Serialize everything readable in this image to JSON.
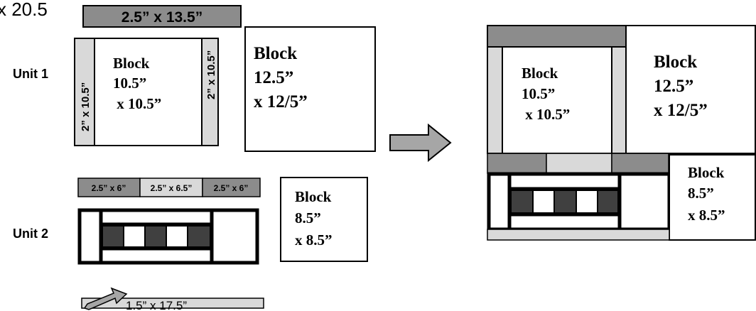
{
  "page": {
    "cutoff_text": "x 20.5"
  },
  "unit1": {
    "label": "Unit 1",
    "top_strip": "2.5” x 13.5”",
    "left_strip": "2” x 10.5”",
    "right_strip": "2” x 10.5”",
    "center_block": [
      "Block",
      "10.5”",
      " x 10.5”"
    ],
    "side_block": [
      "Block",
      "12.5”",
      "x 12/5”"
    ]
  },
  "unit2": {
    "label": "Unit 2",
    "strips": [
      "2.5” x 6”",
      "2.5” x 6.5”",
      "2.5” x 6”"
    ],
    "side_block": [
      "Block",
      "8.5”",
      "x 8.5”"
    ],
    "bottom_strip": "1.5” x 17.5”"
  },
  "assembled": {
    "center_block": [
      "Block",
      "10.5”",
      " x 10.5”"
    ],
    "side_block": [
      "Block",
      "12.5”",
      "x 12/5”"
    ],
    "lower_block": [
      "Block",
      "8.5”",
      "x 8.5”"
    ]
  },
  "colors": {
    "dark_gray": "#8c8c8c",
    "light_gray": "#d9d9d9",
    "square_dark": "#404040",
    "outline": "#000000"
  },
  "icons": {
    "transform_arrow": "right-arrow-icon",
    "pointer_arrow": "diagonal-arrow-icon"
  }
}
